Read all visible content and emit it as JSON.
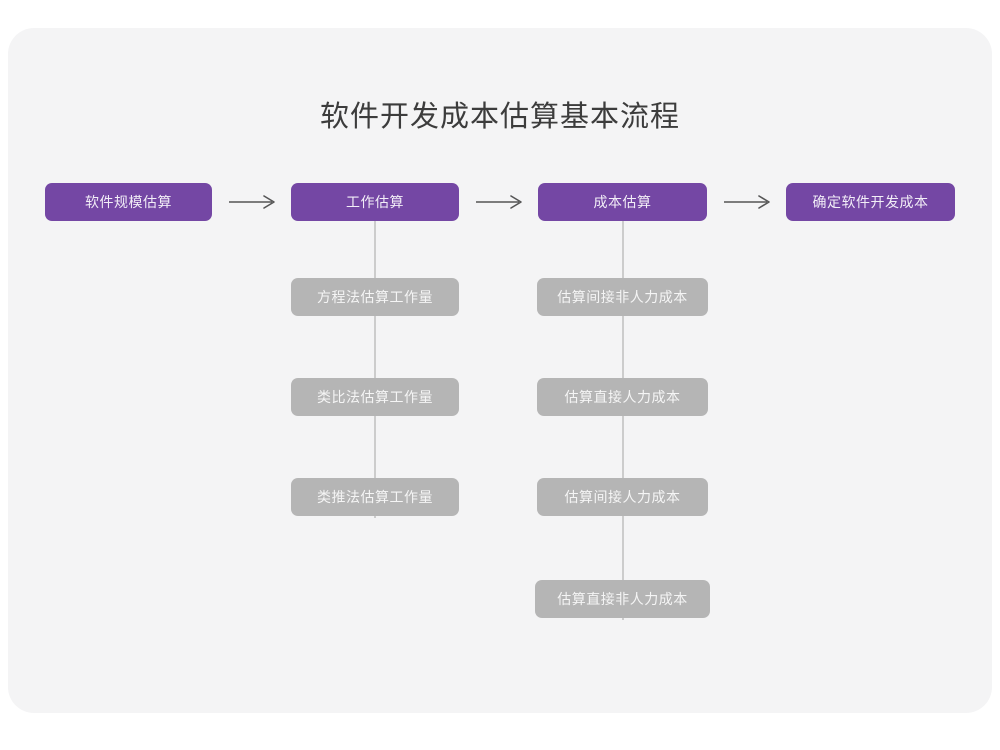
{
  "diagram": {
    "title": "软件开发成本估算基本流程",
    "colors": {
      "primary": "#7447a4",
      "secondary": "#b5b5b5",
      "card_background": "#f4f4f5",
      "page_background": "#ffffff",
      "connector": "#cccccc",
      "arrow": "#555555",
      "title_text": "#3c3c3c"
    },
    "main_flow": [
      {
        "label": "软件规模估算"
      },
      {
        "label": "工作估算"
      },
      {
        "label": "成本估算"
      },
      {
        "label": "确定软件开发成本"
      }
    ],
    "arrows": [
      {
        "name": "arrow-1",
        "glyph": "→"
      },
      {
        "name": "arrow-2",
        "glyph": "→"
      },
      {
        "name": "arrow-3",
        "glyph": "→"
      }
    ],
    "branches": [
      {
        "parent": "工作估算",
        "items": [
          {
            "label": "方程法估算工作量"
          },
          {
            "label": "类比法估算工作量"
          },
          {
            "label": "类推法估算工作量"
          }
        ]
      },
      {
        "parent": "成本估算",
        "items": [
          {
            "label": "估算间接非人力成本"
          },
          {
            "label": "估算直接人力成本"
          },
          {
            "label": "估算间接人力成本"
          },
          {
            "label": "估算直接非人力成本"
          }
        ]
      }
    ]
  }
}
